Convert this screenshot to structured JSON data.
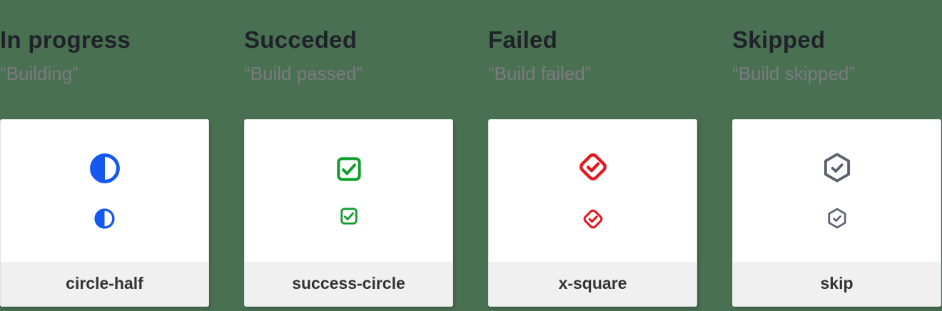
{
  "theme": {
    "page_bg": "#4a7052",
    "card_bg": "#ffffff",
    "footer_bg": "#f0f0f0",
    "title_color": "#1f2228",
    "subtitle_color": "#7b7b81",
    "label_color": "#333333"
  },
  "columns": [
    {
      "title": "In progress",
      "subtitle": "“Building”",
      "icon": "circle-half-icon",
      "icon_color": "#1757f1",
      "label": "circle-half"
    },
    {
      "title": "Succeded",
      "subtitle": "“Build passed”",
      "icon": "check-square-icon",
      "icon_color": "#0f9d2b",
      "label": "success-circle"
    },
    {
      "title": "Failed",
      "subtitle": "“Build failed”",
      "icon": "check-diamond-icon",
      "icon_color": "#e01b24",
      "label": "x-square"
    },
    {
      "title": "Skipped",
      "subtitle": "“Build skipped”",
      "icon": "check-hexagon-icon",
      "icon_color": "#5b6270",
      "label": "skip"
    }
  ]
}
